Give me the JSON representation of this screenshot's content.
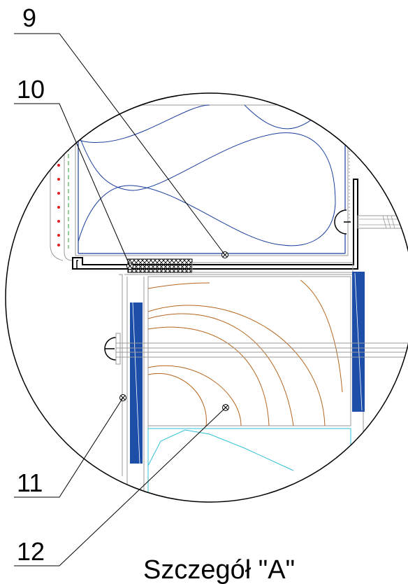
{
  "callouts": [
    {
      "id": "9",
      "label": "9"
    },
    {
      "id": "10",
      "label": "10"
    },
    {
      "id": "11",
      "label": "11"
    },
    {
      "id": "12",
      "label": "12"
    }
  ],
  "caption": "Szczegół \"A\"",
  "colors": {
    "line": "#000000",
    "insulation": "#1a3f9c",
    "blue_band": "#1e4fa8",
    "wood_grain": "#b5651d",
    "cyan_layer": "#33c1d6",
    "green_dash": "#2e9e2e",
    "red_dot": "#e02020",
    "gray": "#9a9a9a"
  }
}
